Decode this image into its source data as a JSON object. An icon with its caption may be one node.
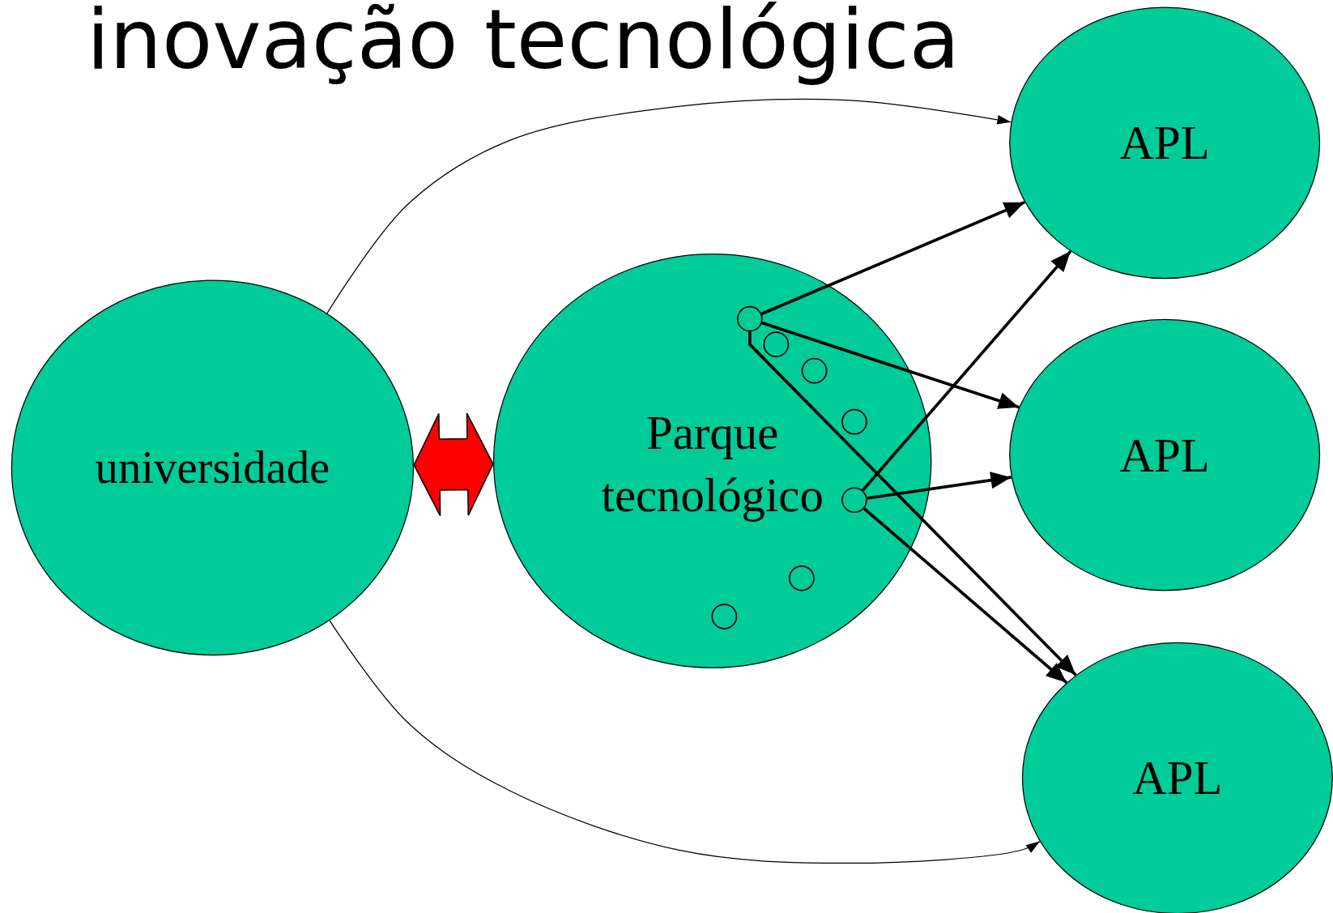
{
  "diagram": {
    "title": "inovação tecnológica",
    "nodes": [
      {
        "text": [
          "universidade"
        ]
      },
      {
        "text": [
          "Parque tecnológico"
        ]
      },
      {
        "text": [],
        "shape": "circle",
        "in": 1
      },
      {
        "text": [],
        "shape": "circle",
        "in": 1
      },
      {
        "text": [],
        "shape": "circle",
        "in": 1
      },
      {
        "text": [],
        "shape": "circle",
        "in": 1
      },
      {
        "text": [],
        "shape": "circle",
        "in": 1
      },
      {
        "text": [],
        "shape": "circle",
        "in": 1
      },
      {
        "text": [],
        "shape": "circle",
        "in": 1
      },
      {
        "text": [
          "APL"
        ]
      },
      {
        "text": [
          "APL"
        ]
      },
      {
        "text": [
          "APL"
        ]
      }
    ],
    "edges": [
      {
        "from": 0,
        "to": 1,
        "arrow": "both",
        "style": "thick",
        "color": "#ff0000"
      },
      {
        "from": 0,
        "to": 9,
        "arrow": "to"
      },
      {
        "from": 0,
        "to": 11,
        "arrow": "to"
      },
      {
        "from": 2,
        "to": 9,
        "arrow": "to"
      },
      {
        "from": 2,
        "to": 10,
        "arrow": "to"
      },
      {
        "from": 2,
        "to": 11,
        "arrow": "to"
      },
      {
        "from": 6,
        "to": 9,
        "arrow": "to"
      },
      {
        "from": 6,
        "to": 10,
        "arrow": "to"
      },
      {
        "from": 6,
        "to": 11,
        "arrow": "to"
      }
    ]
  }
}
